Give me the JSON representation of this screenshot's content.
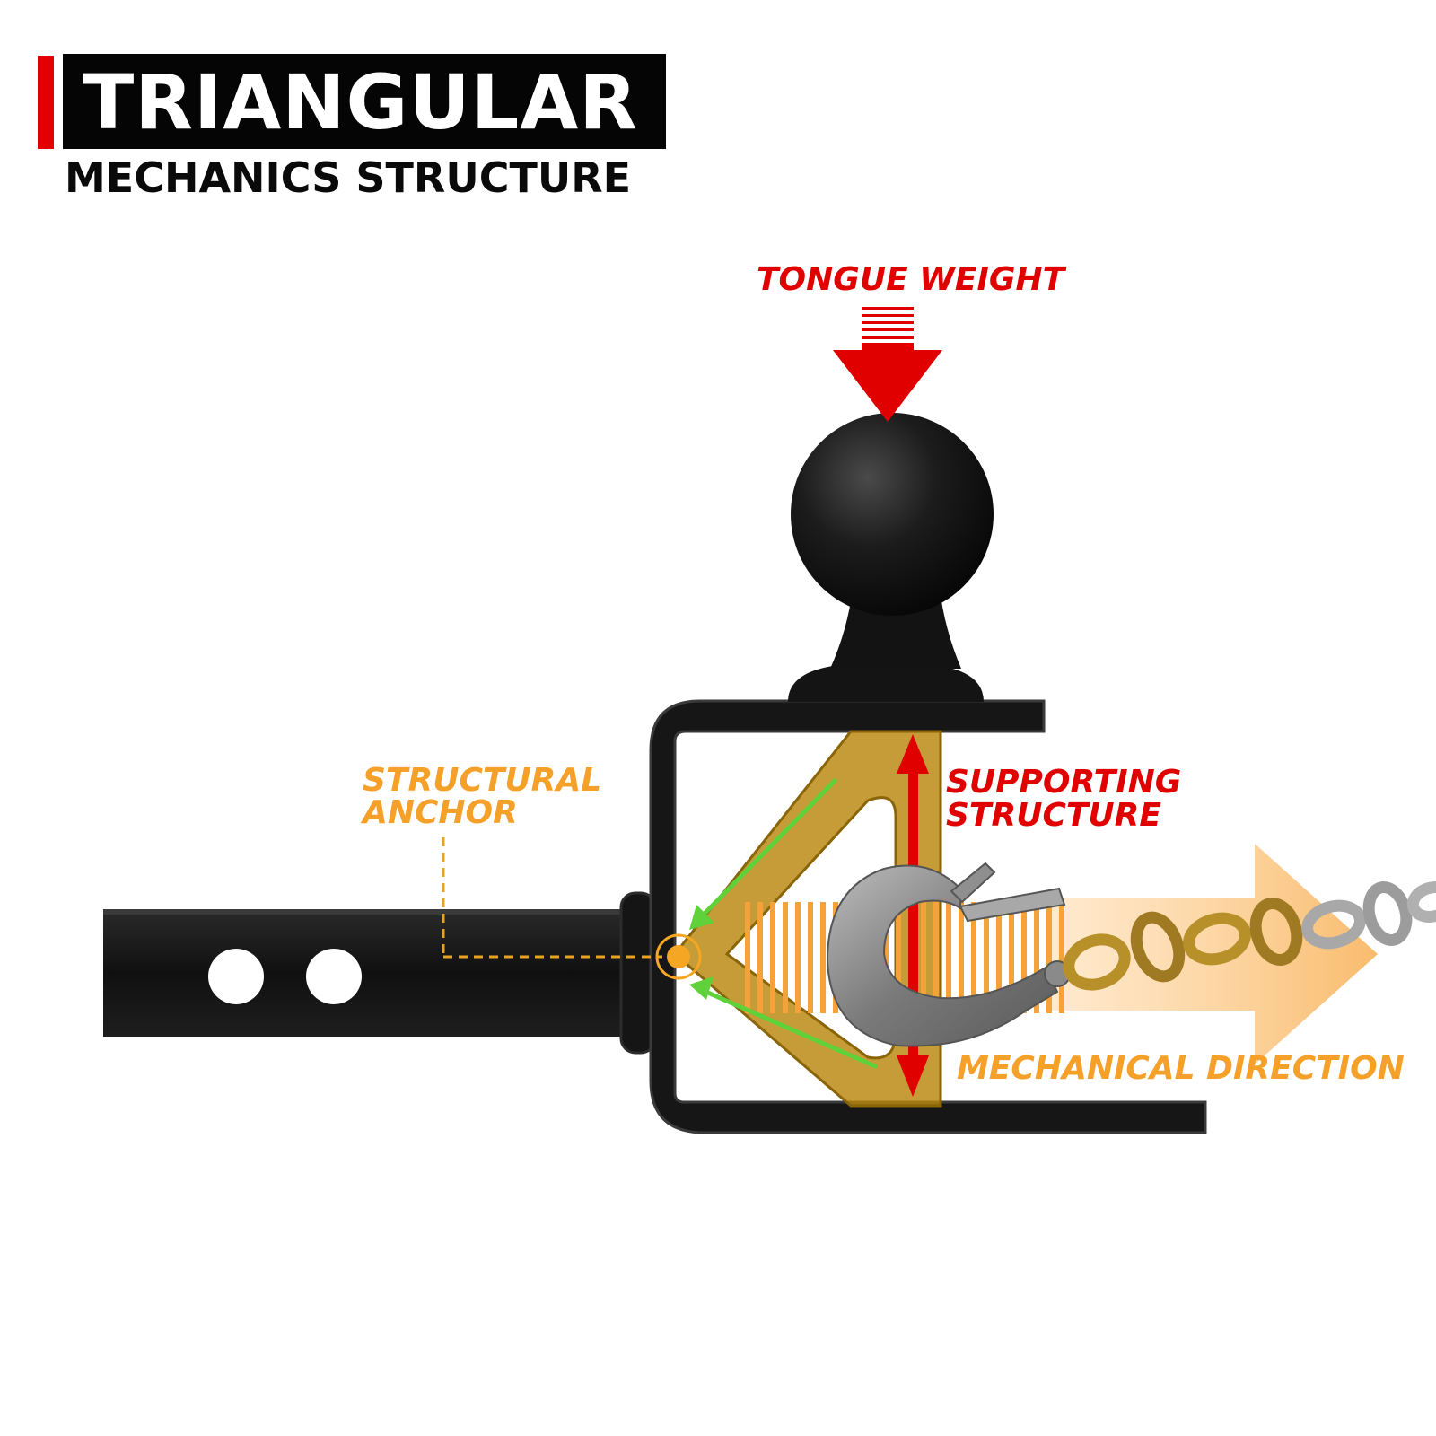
{
  "header": {
    "title": "TRIANGULAR",
    "subtitle": "MECHANICS STRUCTURE"
  },
  "labels": {
    "tongue_weight": "TONGUE WEIGHT",
    "supporting_line1": "SUPPORTING",
    "supporting_line2": "STRUCTURE",
    "anchor_line1": "STRUCTURAL",
    "anchor_line2": "ANCHOR",
    "mechanical_direction": "MECHANICAL DIRECTION"
  },
  "colors": {
    "accent_red": "#e00000",
    "accent_orange": "#f5a028",
    "steel_black": "#111111",
    "triangle_gold": "#b8860b",
    "flow_green": "#5fd13a",
    "chain_gold": "#b8902a"
  },
  "icons": {
    "tongue_weight_arrow": "down-arrow-icon",
    "mechanical_direction_arrow": "right-arrow-icon",
    "anchor_point": "anchor-point-icon"
  }
}
